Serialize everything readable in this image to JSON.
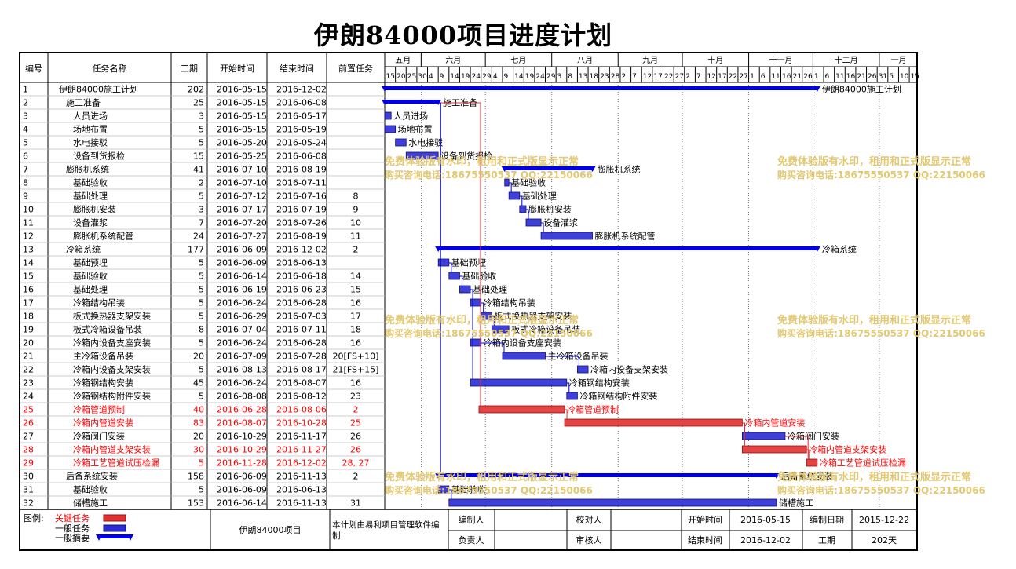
{
  "title": "伊朗84000项目进度计划",
  "table_headers": [
    "编号",
    "任务名称",
    "工期",
    "开始时间",
    "结束时间",
    "前置任务"
  ],
  "chart_data": {
    "type": "gantt",
    "time_axis": {
      "start": "2016-05-15",
      "end": "2017-01-19",
      "months": [
        "五月",
        "六月",
        "七月",
        "八月",
        "九月",
        "十月",
        "十一月",
        "十二月",
        "一月"
      ],
      "day_ticks": [
        "15",
        "20",
        "25",
        "30",
        "4",
        "9",
        "14",
        "19",
        "24",
        "29",
        "4",
        "9",
        "14",
        "19",
        "24",
        "29",
        "3",
        "8",
        "13",
        "18",
        "23",
        "28",
        "2",
        "7",
        "12",
        "17",
        "22",
        "27",
        "2",
        "7",
        "12",
        "17",
        "22",
        "27",
        "1",
        "6",
        "11",
        "16",
        "21",
        "26",
        "1",
        "6",
        "11",
        "16",
        "21",
        "26",
        "31",
        "5",
        "10",
        "15"
      ]
    },
    "tasks": [
      {
        "id": "1",
        "name": "伊朗84000施工计划",
        "level": 0,
        "duration": "202",
        "start": "2016-05-15",
        "end": "2016-12-02",
        "pred": "",
        "type": "summary",
        "critical": false,
        "label": "伊朗84000施工计划"
      },
      {
        "id": "2",
        "name": "施工准备",
        "level": 1,
        "duration": "25",
        "start": "2016-05-15",
        "end": "2016-06-08",
        "pred": "",
        "type": "summary",
        "critical": false,
        "label": "施工准备"
      },
      {
        "id": "3",
        "name": "人员进场",
        "level": 2,
        "duration": "3",
        "start": "2016-05-15",
        "end": "2016-05-17",
        "pred": "",
        "type": "task",
        "critical": false,
        "label": "人员进场"
      },
      {
        "id": "4",
        "name": "场地布置",
        "level": 2,
        "duration": "5",
        "start": "2016-05-15",
        "end": "2016-05-19",
        "pred": "",
        "type": "task",
        "critical": false,
        "label": "场地布置"
      },
      {
        "id": "5",
        "name": "水电接驳",
        "level": 2,
        "duration": "5",
        "start": "2016-05-20",
        "end": "2016-05-24",
        "pred": "",
        "type": "task",
        "critical": false,
        "label": "水电接驳"
      },
      {
        "id": "6",
        "name": "设备到货报检",
        "level": 2,
        "duration": "15",
        "start": "2016-05-25",
        "end": "2016-06-08",
        "pred": "",
        "type": "task",
        "critical": false,
        "label": "设备到货报检"
      },
      {
        "id": "7",
        "name": "膨胀机系统",
        "level": 1,
        "duration": "41",
        "start": "2016-07-10",
        "end": "2016-08-19",
        "pred": "",
        "type": "summary",
        "critical": false,
        "label": "膨胀机系统"
      },
      {
        "id": "8",
        "name": "基础验收",
        "level": 2,
        "duration": "2",
        "start": "2016-07-10",
        "end": "2016-07-11",
        "pred": "",
        "type": "task",
        "critical": false,
        "label": "基础验收"
      },
      {
        "id": "9",
        "name": "基础处理",
        "level": 2,
        "duration": "5",
        "start": "2016-07-12",
        "end": "2016-07-16",
        "pred": "8",
        "type": "task",
        "critical": false,
        "label": "基础处理"
      },
      {
        "id": "10",
        "name": "膨胀机安装",
        "level": 2,
        "duration": "3",
        "start": "2016-07-17",
        "end": "2016-07-19",
        "pred": "9",
        "type": "task",
        "critical": false,
        "label": "膨胀机安装"
      },
      {
        "id": "11",
        "name": "设备灌浆",
        "level": 2,
        "duration": "7",
        "start": "2016-07-20",
        "end": "2016-07-26",
        "pred": "10",
        "type": "task",
        "critical": false,
        "label": "设备灌浆"
      },
      {
        "id": "12",
        "name": "膨胀机系统配管",
        "level": 2,
        "duration": "24",
        "start": "2016-07-27",
        "end": "2016-08-19",
        "pred": "11",
        "type": "task",
        "critical": false,
        "label": "膨胀机系统配管"
      },
      {
        "id": "13",
        "name": "冷箱系统",
        "level": 1,
        "duration": "177",
        "start": "2016-06-09",
        "end": "2016-12-02",
        "pred": "2",
        "type": "summary",
        "critical": false,
        "label": "冷箱系统"
      },
      {
        "id": "14",
        "name": "基础预埋",
        "level": 2,
        "duration": "5",
        "start": "2016-06-09",
        "end": "2016-06-13",
        "pred": "",
        "type": "task",
        "critical": false,
        "label": "基础预埋"
      },
      {
        "id": "15",
        "name": "基础验收",
        "level": 2,
        "duration": "5",
        "start": "2016-06-14",
        "end": "2016-06-18",
        "pred": "14",
        "type": "task",
        "critical": false,
        "label": "基础验收"
      },
      {
        "id": "16",
        "name": "基础处理",
        "level": 2,
        "duration": "5",
        "start": "2016-06-19",
        "end": "2016-06-23",
        "pred": "15",
        "type": "task",
        "critical": false,
        "label": "基础处理"
      },
      {
        "id": "17",
        "name": "冷箱结构吊装",
        "level": 2,
        "duration": "5",
        "start": "2016-06-24",
        "end": "2016-06-28",
        "pred": "16",
        "type": "task",
        "critical": false,
        "label": "冷箱结构吊装"
      },
      {
        "id": "18",
        "name": "板式换热器支架安装",
        "level": 2,
        "duration": "5",
        "start": "2016-06-29",
        "end": "2016-07-03",
        "pred": "17",
        "type": "task",
        "critical": false,
        "label": "板式换热器支架安装"
      },
      {
        "id": "19",
        "name": "板式冷箱设备吊装",
        "level": 2,
        "duration": "8",
        "start": "2016-07-04",
        "end": "2016-07-11",
        "pred": "18",
        "type": "task",
        "critical": false,
        "label": "板式冷箱设备吊装"
      },
      {
        "id": "20",
        "name": "冷箱内设备支座安装",
        "level": 2,
        "duration": "5",
        "start": "2016-06-24",
        "end": "2016-06-28",
        "pred": "16",
        "type": "task",
        "critical": false,
        "label": "冷箱内设备支座安装"
      },
      {
        "id": "21",
        "name": "主冷箱设备吊装",
        "level": 2,
        "duration": "20",
        "start": "2016-07-09",
        "end": "2016-07-28",
        "pred": "20[FS+10]",
        "type": "task",
        "critical": false,
        "label": "主冷箱设备吊装"
      },
      {
        "id": "22",
        "name": "冷箱内设备支架安装",
        "level": 2,
        "duration": "5",
        "start": "2016-08-13",
        "end": "2016-08-17",
        "pred": "21[FS+15]",
        "type": "task",
        "critical": false,
        "label": "冷箱内设备支架安装"
      },
      {
        "id": "23",
        "name": "冷箱钢结构安装",
        "level": 2,
        "duration": "45",
        "start": "2016-06-24",
        "end": "2016-08-07",
        "pred": "16",
        "type": "task",
        "critical": false,
        "label": "冷箱钢结构安装"
      },
      {
        "id": "24",
        "name": "冷箱钢结构附件安装",
        "level": 2,
        "duration": "5",
        "start": "2016-08-08",
        "end": "2016-08-12",
        "pred": "23",
        "type": "task",
        "critical": false,
        "label": "冷箱钢结构附件安装"
      },
      {
        "id": "25",
        "name": "冷箱管道预制",
        "level": 2,
        "duration": "40",
        "start": "2016-06-28",
        "end": "2016-08-06",
        "pred": "2",
        "type": "task",
        "critical": true,
        "label": "冷箱管道预制"
      },
      {
        "id": "26",
        "name": "冷箱内管道安装",
        "level": 2,
        "duration": "83",
        "start": "2016-08-07",
        "end": "2016-10-28",
        "pred": "25",
        "type": "task",
        "critical": true,
        "label": "冷箱内管道安装"
      },
      {
        "id": "27",
        "name": "冷箱阀门安装",
        "level": 2,
        "duration": "20",
        "start": "2016-10-29",
        "end": "2016-11-17",
        "pred": "26",
        "type": "task",
        "critical": false,
        "label": "冷箱阀门安装"
      },
      {
        "id": "28",
        "name": "冷箱内管道支架安装",
        "level": 2,
        "duration": "30",
        "start": "2016-10-29",
        "end": "2016-11-27",
        "pred": "26",
        "type": "task",
        "critical": true,
        "label": "冷箱内管道支架安装"
      },
      {
        "id": "29",
        "name": "冷箱工艺管道试压检漏",
        "level": 2,
        "duration": "5",
        "start": "2016-11-28",
        "end": "2016-12-02",
        "pred": "28, 27",
        "type": "task",
        "critical": true,
        "label": "冷箱工艺管道试压检漏"
      },
      {
        "id": "30",
        "name": "后备系统安装",
        "level": 1,
        "duration": "158",
        "start": "2016-06-09",
        "end": "2016-11-13",
        "pred": "2",
        "type": "summary",
        "critical": false,
        "label": "后备系统安装"
      },
      {
        "id": "31",
        "name": "基础验收",
        "level": 2,
        "duration": "5",
        "start": "2016-06-09",
        "end": "2016-06-13",
        "pred": "",
        "type": "task",
        "critical": false,
        "label": "基础验收"
      },
      {
        "id": "32",
        "name": "储槽施工",
        "level": 2,
        "duration": "153",
        "start": "2016-06-14",
        "end": "2016-11-13",
        "pred": "31",
        "type": "task",
        "critical": false,
        "label": "储槽施工"
      }
    ],
    "colors": {
      "normal": "#2a2ad6",
      "critical": "#e03030",
      "summary": "#0000e6",
      "critical_text": "#ff0000",
      "link": "#0000cc"
    }
  },
  "watermark": {
    "line1": "免费体验版有水印，租用和正式版显示正常",
    "line2": "购买咨询电话:18675550537 QQ:22150066"
  },
  "footer": {
    "legend_title": "图例:",
    "legend_critical": "关键任务",
    "legend_normal": "一般任务",
    "legend_summary": "一般摘要",
    "project_name": "伊朗84000项目",
    "software_note": "本计划由易利项目管理软件编制",
    "compiler_label": "编制人",
    "compiler_value": "",
    "checker_label": "校对人",
    "checker_value": "",
    "owner_label": "负责人",
    "owner_value": "",
    "reviewer_label": "审核人",
    "reviewer_value": "",
    "start_label": "开始时间",
    "start_value": "2016-05-15",
    "end_label": "结束时间",
    "end_value": "2016-12-02",
    "date_label": "编制日期",
    "date_value": "2015-12-22",
    "duration_label": "工期",
    "duration_value": "202天"
  }
}
